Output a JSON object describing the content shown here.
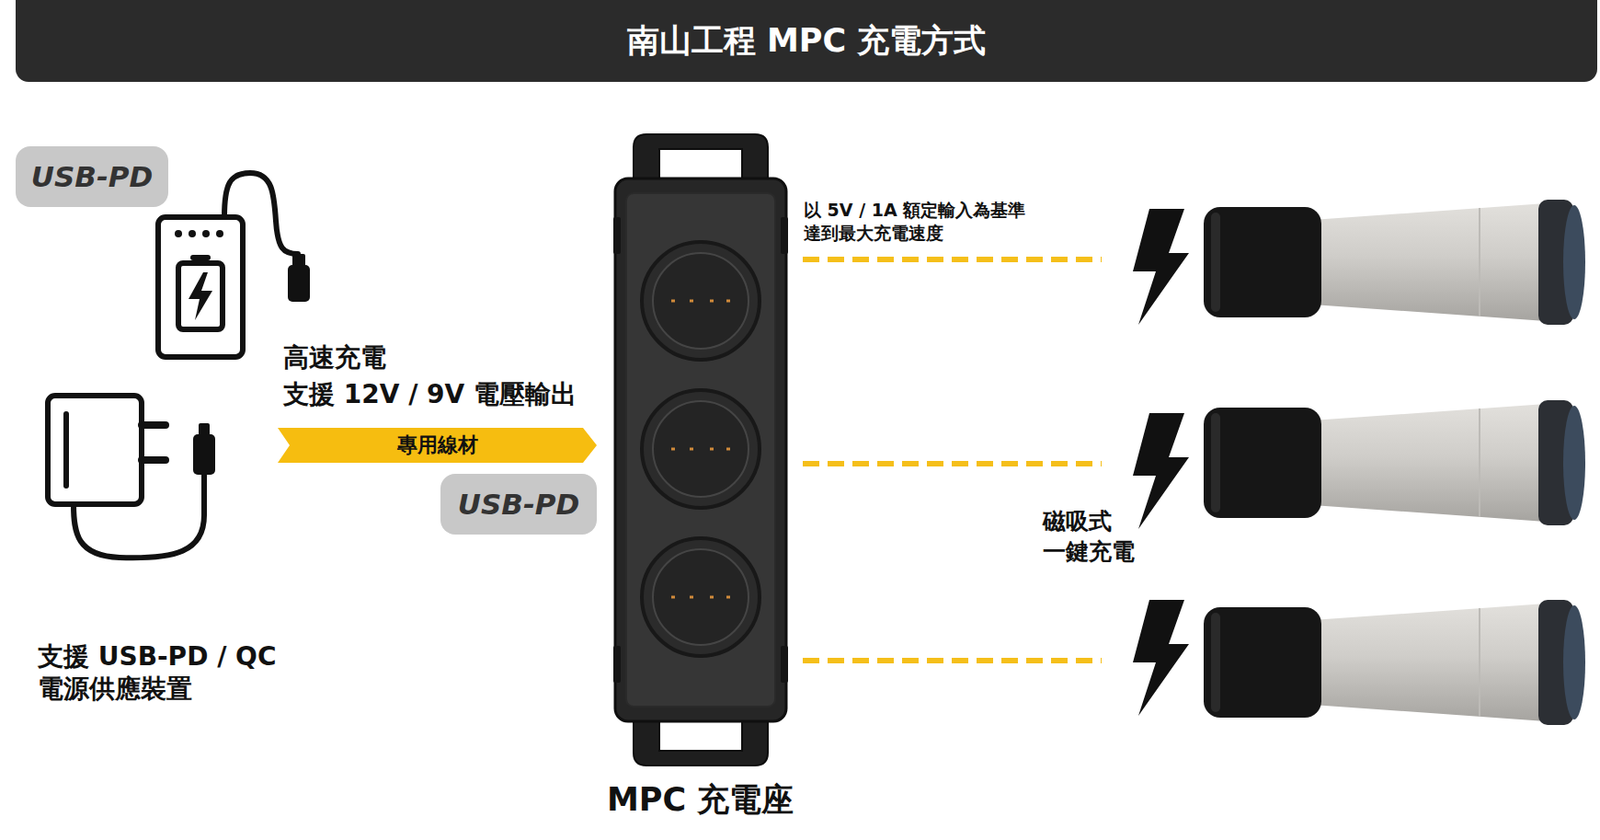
{
  "diagram": {
    "title": "南山工程 MPC 充電方式",
    "nodes": [
      {
        "text": [
          "USB-PD"
        ]
      },
      {
        "text": [
          "專用線材"
        ]
      },
      {
        "text": [
          "USB-PD"
        ]
      },
      {
        "text": [
          "MPC 充電座"
        ]
      }
    ],
    "labels": [
      "高速充電",
      "支援 12V / 9V 電壓輸出",
      "支援 USB-PD / QC 電源供應裝置",
      "以 5V / 1A 額定輸入為基準 達到最大充電速度",
      "磁吸式 一鍵充電"
    ]
  }
}
